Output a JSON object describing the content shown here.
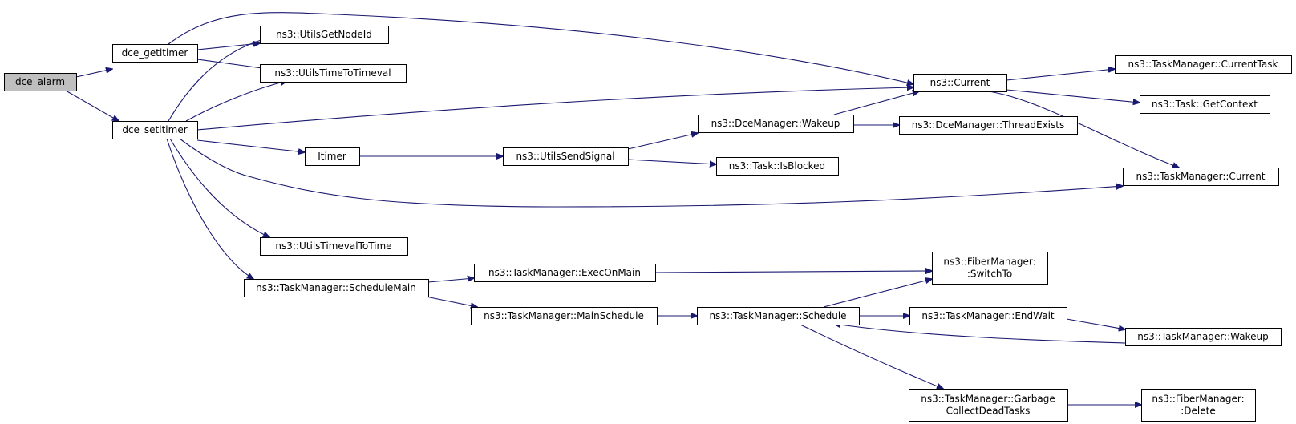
{
  "graph": {
    "colors": {
      "edge": "#191970",
      "node_fill": "#ffffff",
      "root_fill": "#bfbfbf",
      "border": "#000000"
    },
    "nodes": [
      {
        "id": "dce_alarm",
        "lines": [
          "dce_alarm"
        ],
        "root": true
      },
      {
        "id": "dce_getitimer",
        "lines": [
          "dce_getitimer"
        ]
      },
      {
        "id": "dce_setitimer",
        "lines": [
          "dce_setitimer"
        ]
      },
      {
        "id": "UtilsGetNodeId",
        "lines": [
          "ns3::UtilsGetNodeId"
        ]
      },
      {
        "id": "UtilsTimeToTimeval",
        "lines": [
          "ns3::UtilsTimeToTimeval"
        ]
      },
      {
        "id": "Current",
        "lines": [
          "ns3::Current"
        ]
      },
      {
        "id": "Itimer",
        "lines": [
          "Itimer"
        ]
      },
      {
        "id": "UtilsTimevalToTime",
        "lines": [
          "ns3::UtilsTimevalToTime"
        ]
      },
      {
        "id": "ScheduleMain",
        "lines": [
          "ns3::TaskManager::ScheduleMain"
        ]
      },
      {
        "id": "UtilsSendSignal",
        "lines": [
          "ns3::UtilsSendSignal"
        ]
      },
      {
        "id": "DceWakeup",
        "lines": [
          "ns3::DceManager::Wakeup"
        ]
      },
      {
        "id": "IsBlocked",
        "lines": [
          "ns3::Task::IsBlocked"
        ]
      },
      {
        "id": "ThreadExists",
        "lines": [
          "ns3::DceManager::ThreadExists"
        ]
      },
      {
        "id": "CurrentTask",
        "lines": [
          "ns3::TaskManager::CurrentTask"
        ]
      },
      {
        "id": "GetContext",
        "lines": [
          "ns3::Task::GetContext"
        ]
      },
      {
        "id": "TMCurrent",
        "lines": [
          "ns3::TaskManager::Current"
        ]
      },
      {
        "id": "ExecOnMain",
        "lines": [
          "ns3::TaskManager::ExecOnMain"
        ]
      },
      {
        "id": "MainSchedule",
        "lines": [
          "ns3::TaskManager::MainSchedule"
        ]
      },
      {
        "id": "Schedule",
        "lines": [
          "ns3::TaskManager::Schedule"
        ]
      },
      {
        "id": "SwitchTo",
        "lines": [
          "ns3::FiberManager:",
          ":SwitchTo"
        ]
      },
      {
        "id": "EndWait",
        "lines": [
          "ns3::TaskManager::EndWait"
        ]
      },
      {
        "id": "TMWakeup",
        "lines": [
          "ns3::TaskManager::Wakeup"
        ]
      },
      {
        "id": "Garbage",
        "lines": [
          "ns3::TaskManager::Garbage",
          "CollectDeadTasks"
        ]
      },
      {
        "id": "FMDelete",
        "lines": [
          "ns3::FiberManager:",
          ":Delete"
        ]
      }
    ],
    "edges": [
      {
        "from": "dce_alarm",
        "to": "dce_getitimer"
      },
      {
        "from": "dce_alarm",
        "to": "dce_setitimer"
      },
      {
        "from": "dce_getitimer",
        "to": "UtilsGetNodeId"
      },
      {
        "from": "dce_getitimer",
        "to": "UtilsTimeToTimeval"
      },
      {
        "from": "dce_getitimer",
        "to": "Current"
      },
      {
        "from": "dce_setitimer",
        "to": "UtilsGetNodeId"
      },
      {
        "from": "dce_setitimer",
        "to": "UtilsTimeToTimeval"
      },
      {
        "from": "dce_setitimer",
        "to": "Current"
      },
      {
        "from": "dce_setitimer",
        "to": "Itimer"
      },
      {
        "from": "dce_setitimer",
        "to": "TMCurrent"
      },
      {
        "from": "dce_setitimer",
        "to": "UtilsTimevalToTime"
      },
      {
        "from": "dce_setitimer",
        "to": "ScheduleMain"
      },
      {
        "from": "Itimer",
        "to": "UtilsSendSignal"
      },
      {
        "from": "UtilsSendSignal",
        "to": "DceWakeup"
      },
      {
        "from": "UtilsSendSignal",
        "to": "IsBlocked"
      },
      {
        "from": "DceWakeup",
        "to": "Current"
      },
      {
        "from": "DceWakeup",
        "to": "ThreadExists"
      },
      {
        "from": "Current",
        "to": "CurrentTask"
      },
      {
        "from": "Current",
        "to": "GetContext"
      },
      {
        "from": "Current",
        "to": "TMCurrent"
      },
      {
        "from": "ScheduleMain",
        "to": "ExecOnMain"
      },
      {
        "from": "ScheduleMain",
        "to": "MainSchedule"
      },
      {
        "from": "ExecOnMain",
        "to": "SwitchTo"
      },
      {
        "from": "MainSchedule",
        "to": "Schedule"
      },
      {
        "from": "Schedule",
        "to": "SwitchTo"
      },
      {
        "from": "Schedule",
        "to": "EndWait"
      },
      {
        "from": "Schedule",
        "to": "Garbage"
      },
      {
        "from": "EndWait",
        "to": "TMWakeup"
      },
      {
        "from": "TMWakeup",
        "to": "Schedule"
      },
      {
        "from": "Garbage",
        "to": "FMDelete"
      }
    ]
  }
}
